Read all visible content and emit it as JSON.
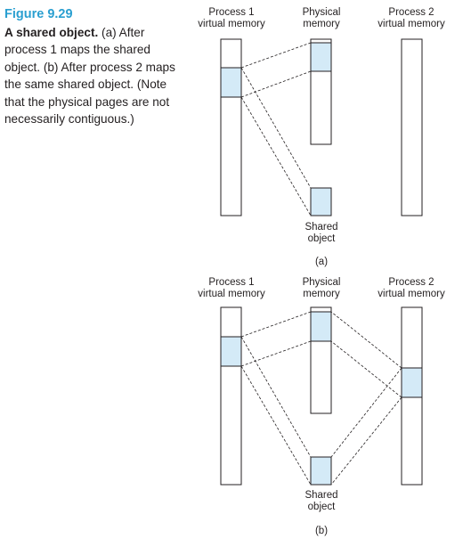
{
  "caption": {
    "number": "Figure 9.29",
    "title": "A shared object.",
    "text": " (a) After process 1 maps the shared object. (b) After process 2 maps the same shared object. (Note that the physical pages are not necessarily contiguous.)"
  },
  "panels": [
    {
      "id": "a",
      "label": "(a)",
      "headers": {
        "process1": "Process 1\nvirtual memory",
        "physical": "Physical\nmemory",
        "process2": "Process 2\nvirtual memory"
      },
      "shared_label": "Shared\nobject"
    },
    {
      "id": "b",
      "label": "(b)",
      "headers": {
        "process1": "Process 1\nvirtual memory",
        "physical": "Physical\nmemory",
        "process2": "Process 2\nvirtual memory"
      },
      "shared_label": "Shared\nobject"
    }
  ],
  "colors": {
    "highlight": "#d4eaf7",
    "stroke": "#231f20",
    "accent": "#2a9fd0"
  }
}
